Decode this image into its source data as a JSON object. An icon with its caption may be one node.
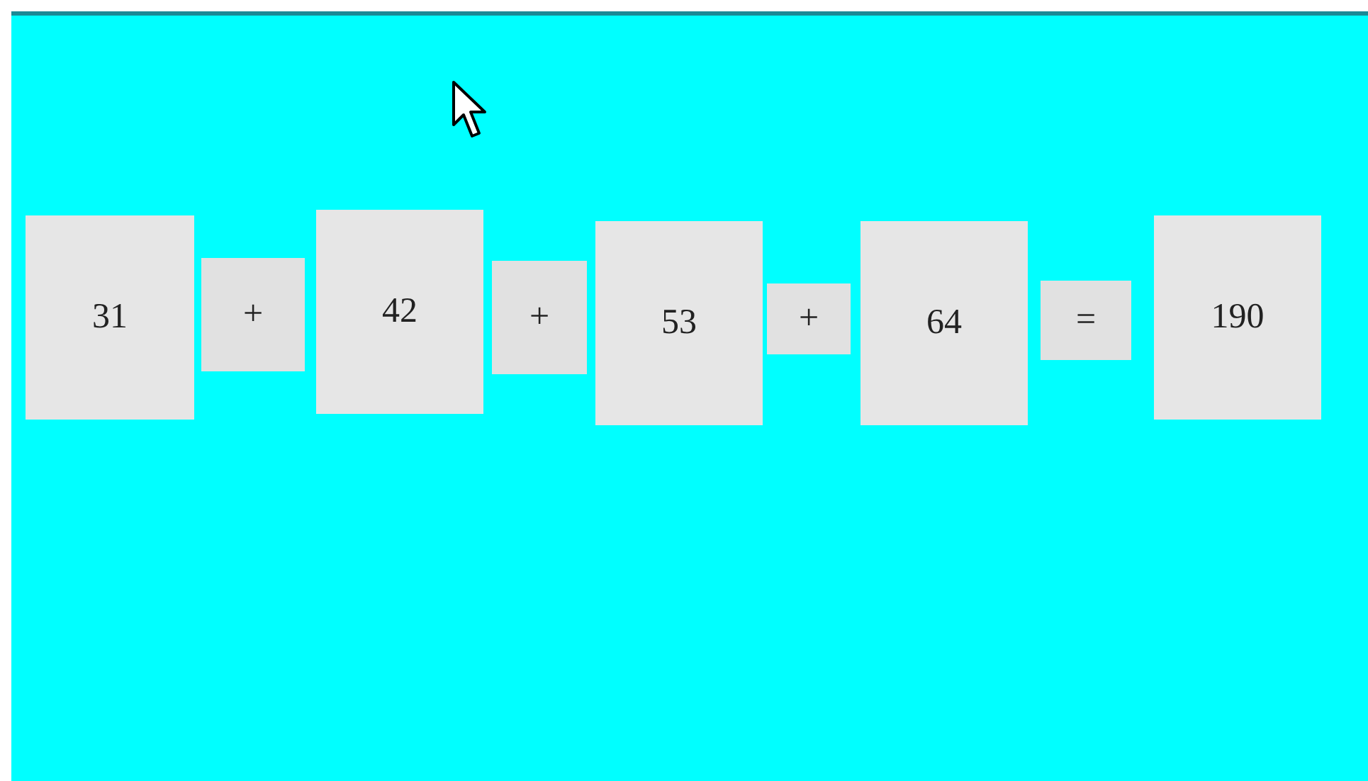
{
  "diagram": {
    "nodes": [
      {
        "text": [
          "31"
        ]
      },
      {
        "text": [
          "+"
        ]
      },
      {
        "text": [
          "42"
        ]
      },
      {
        "text": [
          "+"
        ]
      },
      {
        "text": [
          "53"
        ]
      },
      {
        "text": [
          "+"
        ]
      },
      {
        "text": [
          "64"
        ]
      },
      {
        "text": [
          "="
        ]
      },
      {
        "text": [
          "190"
        ]
      }
    ],
    "edges": []
  }
}
